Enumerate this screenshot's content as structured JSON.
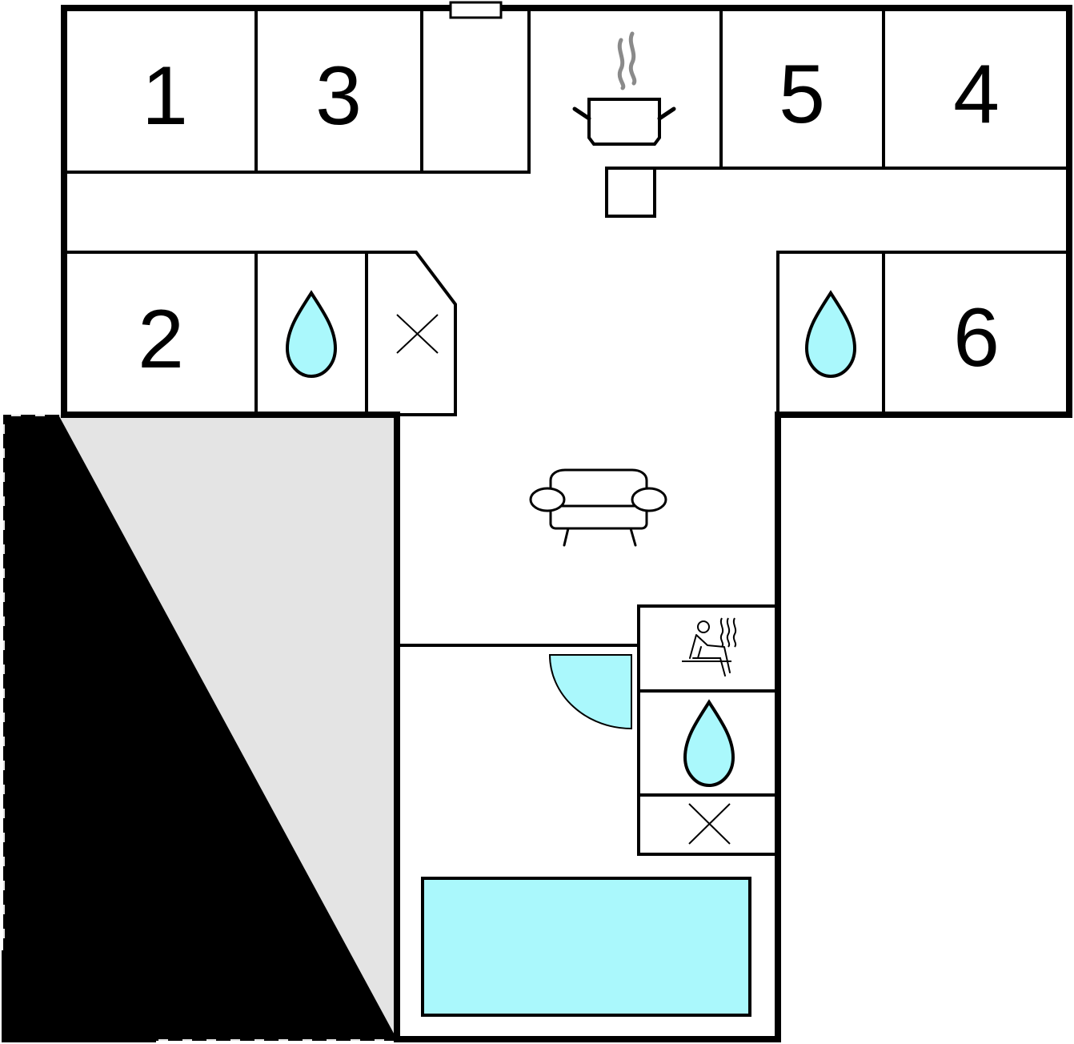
{
  "floorplan": {
    "rooms": [
      {
        "id": "bedroom-1",
        "label": "1"
      },
      {
        "id": "bedroom-3",
        "label": "3"
      },
      {
        "id": "bedroom-5",
        "label": "5"
      },
      {
        "id": "bedroom-4",
        "label": "4"
      },
      {
        "id": "bedroom-2",
        "label": "2"
      },
      {
        "id": "bedroom-6",
        "label": "6"
      }
    ],
    "icons": {
      "bathroom": "water-drop-icon",
      "toilet": "cross-icon",
      "kitchen": "cooking-pot-icon",
      "living": "sofa-icon",
      "sauna": "sauna-icon",
      "pool": "pool-icon"
    },
    "colors": {
      "water": "#aaf8fc",
      "terrace": "#e4e4e4",
      "wall": "#000000",
      "steam": "#8a8a8a"
    }
  }
}
